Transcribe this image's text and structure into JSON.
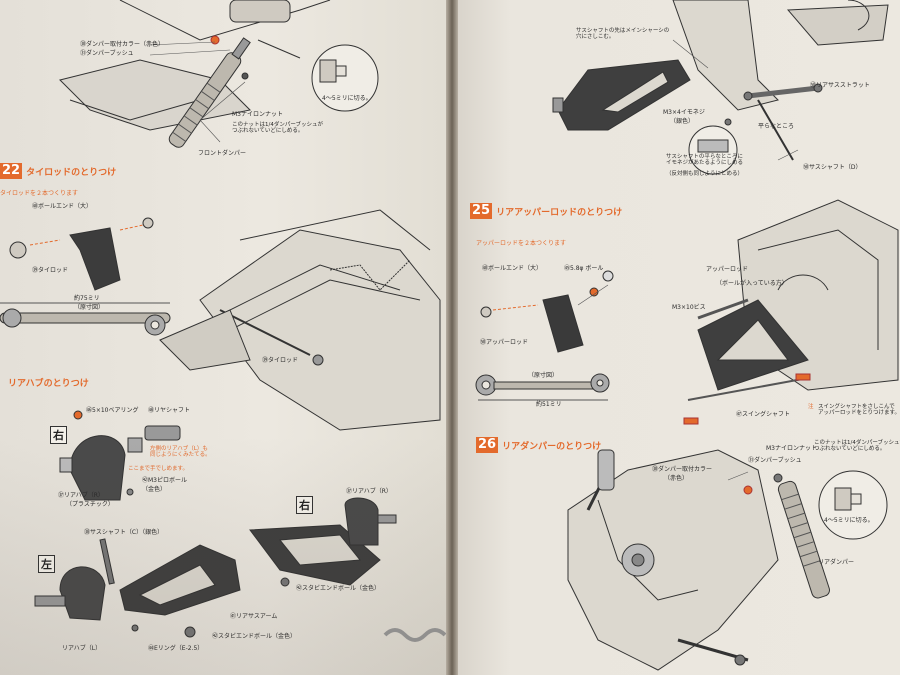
{
  "left_page": {
    "top": {
      "collar_label": "㉚ダンパー取付カラー（赤色）",
      "bushing_label": "㉛ダンパーブッシュ",
      "nut_label": "M3ナイロンナット",
      "nut_note": "このナットは1/4ダンパーブッシュが\nつぶれないていどにしめる。",
      "cut_note": "4〜5ミリに切る。",
      "damper_label": "フロントダンパー"
    },
    "step22": {
      "number": "22",
      "title": "タイロッドのとりつけ",
      "sub": "タイロッドを２本つくります",
      "ball_end_label": "㊵ボールエンド（大）",
      "tie_rod_label": "㊴タイロッド",
      "length_label": "約75ミリ",
      "actual_size": "（原寸図）",
      "assembly_tie_rod_label": "㊴タイロッド"
    },
    "step23": {
      "title": "リアハブのとりつけ",
      "bearing_label": "㊻5×10ベアリング",
      "shaft_label": "㊽リヤシャフト",
      "right_mark": "右",
      "left_mark": "左",
      "hub_r_label": "㊲リアハブ（R）",
      "hub_r_sub": "（プラスチック）",
      "pillow_ball_label": "㊷M3ピロボール",
      "pillow_ball_sub": "（金色）",
      "note_label": "左側のリアハブ（L）も\n同じようにくみたてる。",
      "note_sub": "ここまで手でしめます。",
      "sus_shaft_label": "㊳サスシャフト（C）（銀色）",
      "hub_r_label2": "㊲リアハブ（R）",
      "stabi_label1": "㊷スタビエンドボール（金色）",
      "arm_label": "㊶リアサスアーム",
      "e_ring_label": "㊹Eリング（E-2.5）",
      "stabi_label2": "㊷スタビエンドボール（金色）",
      "hub_l_label": "リアハブ（L）"
    }
  },
  "right_page": {
    "step24": {
      "sus_shaft_note": "サスシャフトの先はメインシャーシの\n穴にさしこむ。",
      "strut_label": "㊿リアサスストラット",
      "screw_label": "M3×4イモネジ",
      "screw_sub": "（銀色）",
      "flat_label": "平らなところ",
      "instr": "サスシャフトの平らなところに\nイモネジがあたるようにしめる",
      "instr_sub": "（反対側も同じようにとめる）",
      "sus_shaft_d": "㊿サスシャフト（D）"
    },
    "step25": {
      "number": "25",
      "title": "リアアッパーロッドのとりつけ",
      "sub": "アッパーロッドを２本つくります",
      "ball_end": "㊵ボールエンド（大）",
      "ball_58": "㊺5.8φ ボール",
      "upper_rod": "㊿アッパーロッド",
      "actual_size": "（原寸図）",
      "length": "約51ミリ",
      "upper_rod_assy": "アッパーロッド",
      "ball_note": "（ボールが入っている方）",
      "screw": "M3×10ビス",
      "swing_shaft": "㊼スイングシャフト",
      "note": "スイングシャフトをさしこんで\nアッパーロッドをとりつけます。",
      "note_mark": "注"
    },
    "step26": {
      "number": "26",
      "title": "リアダンパーのとりつけ",
      "nut": "M3ナイロンナット",
      "bushing": "㉛ダンパーブッシュ",
      "nut_note": "このナットは1/4ダンパーブッシュが\nつぶれないていどにしめる。",
      "collar": "㉚ダンパー取付カラー",
      "collar_sub": "（赤色）",
      "damper": "リアダンパー",
      "cut_note": "4〜5ミリに切る。"
    }
  },
  "colors": {
    "accent": "#e36a2c",
    "ink": "#2b2b2b",
    "paper": "#ebe7df"
  }
}
